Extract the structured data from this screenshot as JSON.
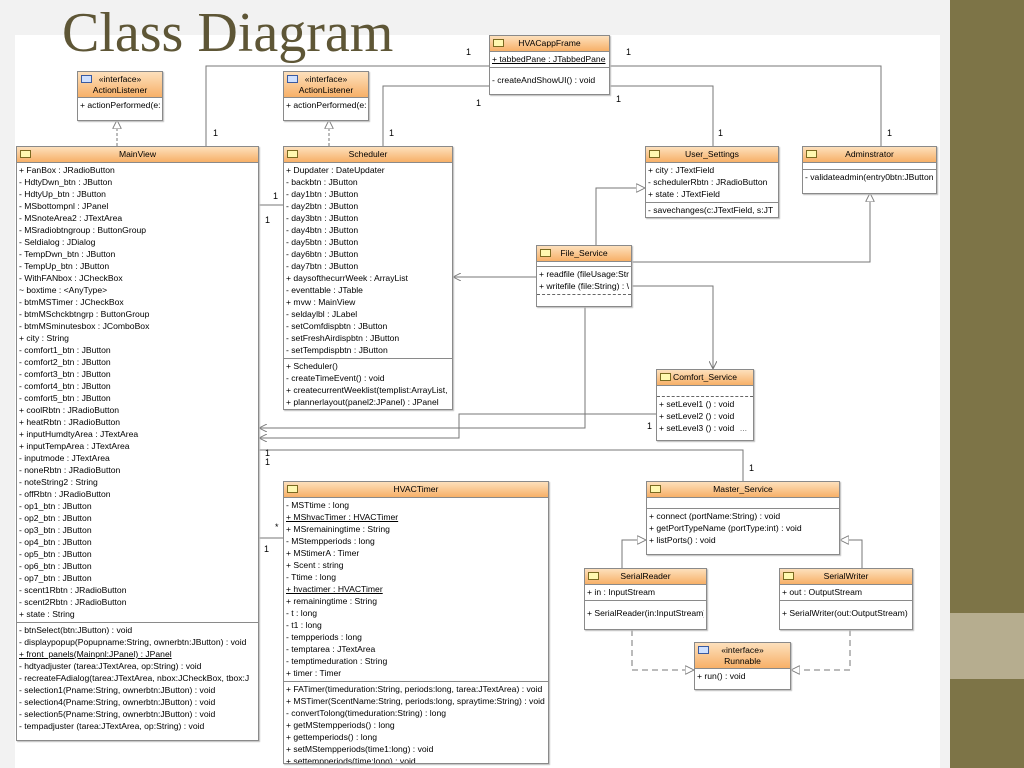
{
  "slide": {
    "title": "Class Diagram"
  },
  "classes": {
    "hvac_app_frame": {
      "name": "HVACappFrame",
      "attributes": [
        "+ tabbedPane : JTabbedPane"
      ],
      "operations": [
        "- createAndShowUI() : void"
      ]
    },
    "action_listener_1": {
      "stereotype": "«interface»",
      "name": "ActionListener",
      "operations": [
        "+ actionPerformed(e:"
      ]
    },
    "action_listener_2": {
      "stereotype": "«interface»",
      "name": "ActionListener",
      "operations": [
        "+ actionPerformed(e:"
      ]
    },
    "main_view": {
      "name": "MainView",
      "attributes": [
        "+ FanBox : JRadioButton",
        "- HdtyDwn_btn : JButton",
        "- HdtyUp_btn : JButton",
        "- MSbottompnl : JPanel",
        "- MSnoteArea2 : JTextArea",
        "- MSradiobtngroup : ButtonGroup",
        "- Seldialog : JDialog",
        "- TempDwn_btn : JButton",
        "- TempUp_btn : JButton",
        "- WithFANbox : JCheckBox",
        "~ boxtime : <AnyType>",
        "- btmMSTimer : JCheckBox",
        "- btmMSchckbtngrp : ButtonGroup",
        "- btmMSminutesbox : JComboBox",
        "+ city : String",
        "- comfort1_btn : JButton",
        "- comfort2_btn : JButton",
        "- comfort3_btn : JButton",
        "- comfort4_btn : JButton",
        "- comfort5_btn : JButton",
        "+ coolRbtn : JRadioButton",
        "+ heatRbtn : JRadioButton",
        "+ inputHumdtyArea : JTextArea",
        "+ inputTempArea : JTextArea",
        "- inputmode : JTextArea",
        "- noneRbtn : JRadioButton",
        "- noteString2 : String",
        "- offRbtn : JRadioButton",
        "- op1_btn : JButton",
        "- op2_btn : JButton",
        "- op3_btn : JButton",
        "- op4_btn : JButton",
        "- op5_btn : JButton",
        "- op6_btn : JButton",
        "- op7_btn : JButton",
        "- scent1Rbtn : JRadioButton",
        "- scent2Rbtn : JRadioButton",
        "+ state : String"
      ],
      "operations": [
        "- btnSelect(btn:JButton) : void",
        "- displaypopup(Popupname:String, ownerbtn:JButton) : void",
        "+ front_panels(Mainpnl:JPanel) : JPanel",
        "- hdtyadjuster (tarea:JTextArea, op:String) : void",
        "- recreateFAdialog(tarea:JTextArea, nbox:JCheckBox, tbox:J",
        "- selection1(Pname:String, ownerbtn:JButton) : void",
        "- selection4(Pname:String, ownerbtn:JButton) : void",
        "- selection5(Pname:String, ownerbtn:JButton) : void",
        "- tempadjuster (tarea:JTextArea, op:String) : void"
      ]
    },
    "scheduler": {
      "name": "Scheduler",
      "attributes": [
        "+ Dupdater : DateUpdater",
        "- backbtn : JButton",
        "- day1btn : JButton",
        "- day2btn : JButton",
        "- day3btn : JButton",
        "- day4btn : JButton",
        "- day5btn : JButton",
        "- day6btn : JButton",
        "- day7btn : JButton",
        "+ daysofthecurrWeek : ArrayList",
        "- eventtable : JTable",
        "+ mvw : MainView",
        "- seldaylbl : JLabel",
        "- setComfdispbtn : JButton",
        "- setFreshAirdispbtn : JButton",
        "- setTempdispbtn : JButton"
      ],
      "operations": [
        "+ Scheduler()",
        "- createTimeEvent() : void",
        "+ createcurrentWeeklist(templist:ArrayList,",
        "+ plannerlayout(panel2:JPanel) : JPanel"
      ]
    },
    "user_settings": {
      "name": "User_Settings",
      "attributes": [
        "+ city : JTextField",
        "- schedulerRbtn : JRadioButton",
        "+ state : JTextField"
      ],
      "operations": [
        "- savechanges(c:JTextField, s:JT"
      ]
    },
    "adminstrator": {
      "name": "Adminstrator",
      "attributes": [],
      "operations": [
        "- validateadmin(entry0btn:JButton"
      ]
    },
    "file_service": {
      "name": "File_Service",
      "operations": [
        "+ readfile (fileUsage:Stri",
        "+ writefile (file:String) : \\"
      ]
    },
    "comfort_service": {
      "name": "Comfort_Service",
      "operations": [
        "+ setLevel1 () : void",
        "+ setLevel2 () : void",
        "+ setLevel3 () : void"
      ],
      "more": "..."
    },
    "hvac_timer": {
      "name": "HVACTimer",
      "attributes": [
        "- MSTtime : long",
        "+ MShvacTimer : HVACTimer",
        "+ MSremainingtime : String",
        "- MStempperiods : long",
        "+ MStimerA : Timer",
        "+ Scent : string",
        "- Ttime : long",
        "+ hvactimer : HVACTimer",
        "+ remainingtime : String",
        "- t : long",
        "- t1 : long",
        "- tempperiods : long",
        "- temptarea : JTextArea",
        "- temptimeduration : String",
        "+ timer : Timer"
      ],
      "operations": [
        "+ FATimer(timeduration:String, periods:long, tarea:JTextArea) : void",
        "+ MSTimer(ScentName:String, periods:long, spraytime:String) : void",
        "- convertTolong(timeduration:String) : long",
        "+ getMStempperiods() : long",
        "+ gettemperiods() : long",
        "+ setMStempperiods(time1:long) : void",
        "+ settempperiods(time:long) : void"
      ]
    },
    "master_service": {
      "name": "Master_Service",
      "operations": [
        "+ connect (portName:String) : void",
        "+ getPortTypeName (portType:int) : void",
        "+ listPorts() : void"
      ]
    },
    "serial_reader": {
      "name": "SerialReader",
      "attributes": [
        "+ in : InputStream"
      ],
      "operations": [
        "+ SerialReader(in:InputStream)"
      ]
    },
    "serial_writer": {
      "name": "SerialWriter",
      "attributes": [
        "+ out : OutputStream"
      ],
      "operations": [
        "+ SerialWriter(out:OutputStream)"
      ]
    },
    "runnable": {
      "stereotype": "«interface»",
      "name": "Runnable",
      "operations": [
        "+ run() : void"
      ]
    }
  },
  "multiplicities": {
    "m1": "1",
    "m2": "1",
    "m3": "1",
    "m4": "1",
    "m5": "1",
    "m6": "1",
    "m7": "1",
    "m8": "1",
    "m9": "1",
    "m10": "1",
    "m11": "1",
    "m12": "1",
    "m13": "1",
    "m14": "1",
    "m15": "*",
    "m16": "1"
  },
  "colors": {
    "header_light": "#fde0bc",
    "header_dark": "#f7b068",
    "slide_title": "#5e5636",
    "sidebar": "#7d7447",
    "sidebar_accent": "#b6ad8f"
  }
}
